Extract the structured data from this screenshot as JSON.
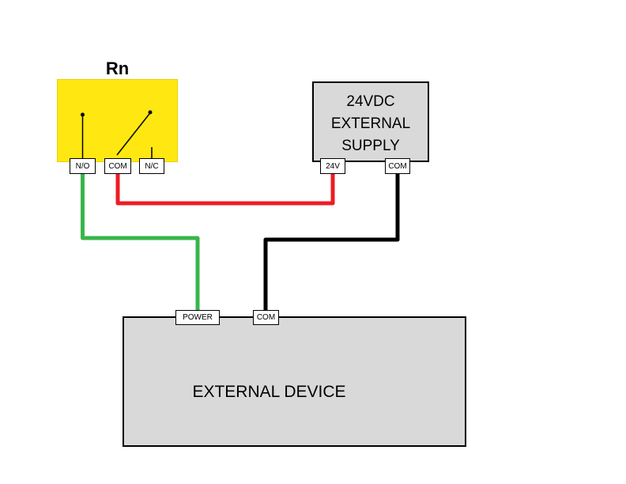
{
  "relay": {
    "label": "Rn",
    "fill_color": "#ffe712",
    "terminals": [
      "N/O",
      "COM",
      "N/C"
    ]
  },
  "supply": {
    "lines": [
      "24VDC",
      "EXTERNAL",
      "SUPPLY"
    ],
    "fill_color": "#d9d9d9",
    "terminals": [
      "24V",
      "COM"
    ]
  },
  "device": {
    "label": "EXTERNAL DEVICE",
    "fill_color": "#d9d9d9",
    "terminals": [
      "POWER",
      "COM"
    ]
  },
  "wires": [
    {
      "name": "relay-no-to-device-power",
      "color": "#39b54a"
    },
    {
      "name": "relay-com-to-supply-24v",
      "color": "#ed1c24"
    },
    {
      "name": "supply-com-to-device-com",
      "color": "#000000"
    }
  ],
  "relay_contact_color": "#000000"
}
